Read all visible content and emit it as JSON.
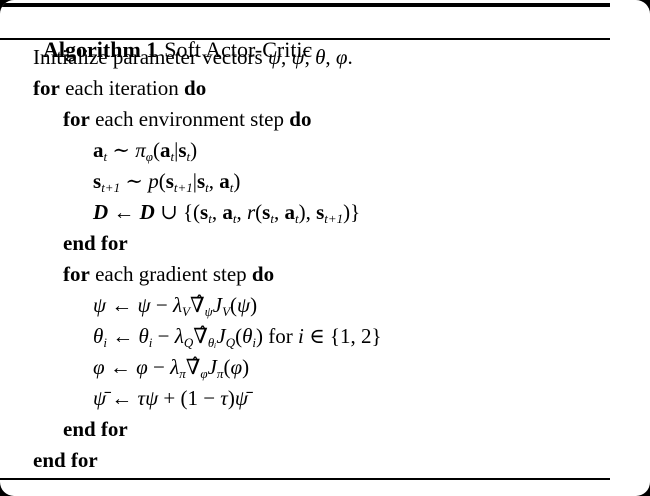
{
  "colors": {
    "outside_background": "#000000",
    "paper_background": "#ffffff",
    "ink": "#000000"
  },
  "algorithm": {
    "label": "Algorithm 1",
    "title": "Soft Actor-Critic",
    "lines": [
      {
        "indent": 1,
        "segments": [
          {
            "s": "rm",
            "t": "Initialize parameter vectors "
          },
          {
            "s": "i",
            "t": "ψ"
          },
          {
            "s": "rm",
            "t": ", "
          },
          {
            "s": "i",
            "t": "ψ̄"
          },
          {
            "s": "rm",
            "t": ", "
          },
          {
            "s": "i",
            "t": "θ"
          },
          {
            "s": "rm",
            "t": ", "
          },
          {
            "s": "i",
            "t": "φ"
          },
          {
            "s": "rm",
            "t": "."
          }
        ]
      },
      {
        "indent": 1,
        "segments": [
          {
            "s": "b",
            "t": "for"
          },
          {
            "s": "rm",
            "t": " each iteration "
          },
          {
            "s": "b",
            "t": "do"
          }
        ]
      },
      {
        "indent": 2,
        "segments": [
          {
            "s": "b",
            "t": "for"
          },
          {
            "s": "rm",
            "t": " each environment step "
          },
          {
            "s": "b",
            "t": "do"
          }
        ]
      },
      {
        "indent": 3,
        "segments": [
          {
            "s": "b",
            "t": "a"
          },
          {
            "s": "sub",
            "t": "t"
          },
          {
            "s": "rm",
            "t": " ∼ "
          },
          {
            "s": "i",
            "t": "π"
          },
          {
            "s": "sub",
            "t": "φ"
          },
          {
            "s": "rm",
            "t": "("
          },
          {
            "s": "b",
            "t": "a"
          },
          {
            "s": "sub",
            "t": "t"
          },
          {
            "s": "rm",
            "t": "|"
          },
          {
            "s": "b",
            "t": "s"
          },
          {
            "s": "sub",
            "t": "t"
          },
          {
            "s": "rm",
            "t": ")"
          }
        ]
      },
      {
        "indent": 3,
        "segments": [
          {
            "s": "b",
            "t": "s"
          },
          {
            "s": "sub",
            "t": "t+1"
          },
          {
            "s": "rm",
            "t": " ∼ "
          },
          {
            "s": "i",
            "t": "p"
          },
          {
            "s": "rm",
            "t": "("
          },
          {
            "s": "b",
            "t": "s"
          },
          {
            "s": "sub",
            "t": "t+1"
          },
          {
            "s": "rm",
            "t": "|"
          },
          {
            "s": "b",
            "t": "s"
          },
          {
            "s": "sub",
            "t": "t"
          },
          {
            "s": "rm",
            "t": ", "
          },
          {
            "s": "b",
            "t": "a"
          },
          {
            "s": "sub",
            "t": "t"
          },
          {
            "s": "rm",
            "t": ")"
          }
        ]
      },
      {
        "indent": 3,
        "segments": [
          {
            "s": "cal",
            "t": "D"
          },
          {
            "s": "rm",
            "t": " ← "
          },
          {
            "s": "cal",
            "t": "D"
          },
          {
            "s": "rm",
            "t": " ∪ {("
          },
          {
            "s": "b",
            "t": "s"
          },
          {
            "s": "sub",
            "t": "t"
          },
          {
            "s": "rm",
            "t": ", "
          },
          {
            "s": "b",
            "t": "a"
          },
          {
            "s": "sub",
            "t": "t"
          },
          {
            "s": "rm",
            "t": ", "
          },
          {
            "s": "i",
            "t": "r"
          },
          {
            "s": "rm",
            "t": "("
          },
          {
            "s": "b",
            "t": "s"
          },
          {
            "s": "sub",
            "t": "t"
          },
          {
            "s": "rm",
            "t": ", "
          },
          {
            "s": "b",
            "t": "a"
          },
          {
            "s": "sub",
            "t": "t"
          },
          {
            "s": "rm",
            "t": "), "
          },
          {
            "s": "b",
            "t": "s"
          },
          {
            "s": "sub",
            "t": "t+1"
          },
          {
            "s": "rm",
            "t": ")}"
          }
        ]
      },
      {
        "indent": 2,
        "segments": [
          {
            "s": "b",
            "t": "end for"
          }
        ]
      },
      {
        "indent": 2,
        "segments": [
          {
            "s": "b",
            "t": "for"
          },
          {
            "s": "rm",
            "t": " each gradient step "
          },
          {
            "s": "b",
            "t": "do"
          }
        ]
      },
      {
        "indent": 3,
        "segments": [
          {
            "s": "i",
            "t": "ψ"
          },
          {
            "s": "rm",
            "t": " ← "
          },
          {
            "s": "i",
            "t": "ψ"
          },
          {
            "s": "rm",
            "t": " − "
          },
          {
            "s": "i",
            "t": "λ"
          },
          {
            "s": "sub",
            "t": "V"
          },
          {
            "s": "rm",
            "t": "∇̂"
          },
          {
            "s": "sub",
            "t": "ψ"
          },
          {
            "s": "i",
            "t": "J"
          },
          {
            "s": "sub",
            "t": "V"
          },
          {
            "s": "rm",
            "t": "("
          },
          {
            "s": "i",
            "t": "ψ"
          },
          {
            "s": "rm",
            "t": ")"
          }
        ]
      },
      {
        "indent": 3,
        "segments": [
          {
            "s": "i",
            "t": "θ"
          },
          {
            "s": "sub",
            "t": "i"
          },
          {
            "s": "rm",
            "t": " ← "
          },
          {
            "s": "i",
            "t": "θ"
          },
          {
            "s": "sub",
            "t": "i"
          },
          {
            "s": "rm",
            "t": " − "
          },
          {
            "s": "i",
            "t": "λ"
          },
          {
            "s": "sub",
            "t": "Q"
          },
          {
            "s": "rm",
            "t": "∇̂"
          },
          {
            "s": "sub",
            "t": "θᵢ"
          },
          {
            "s": "i",
            "t": "J"
          },
          {
            "s": "sub",
            "t": "Q"
          },
          {
            "s": "rm",
            "t": "("
          },
          {
            "s": "i",
            "t": "θ"
          },
          {
            "s": "sub",
            "t": "i"
          },
          {
            "s": "rm",
            "t": ") for "
          },
          {
            "s": "i",
            "t": "i"
          },
          {
            "s": "rm",
            "t": " ∈ {1, 2}"
          }
        ]
      },
      {
        "indent": 3,
        "segments": [
          {
            "s": "i",
            "t": "φ"
          },
          {
            "s": "rm",
            "t": " ← "
          },
          {
            "s": "i",
            "t": "φ"
          },
          {
            "s": "rm",
            "t": " − "
          },
          {
            "s": "i",
            "t": "λ"
          },
          {
            "s": "sub",
            "t": "π"
          },
          {
            "s": "rm",
            "t": "∇̂"
          },
          {
            "s": "sub",
            "t": "φ"
          },
          {
            "s": "i",
            "t": "J"
          },
          {
            "s": "sub",
            "t": "π"
          },
          {
            "s": "rm",
            "t": "("
          },
          {
            "s": "i",
            "t": "φ"
          },
          {
            "s": "rm",
            "t": ")"
          }
        ]
      },
      {
        "indent": 3,
        "segments": [
          {
            "s": "i",
            "t": "ψ̄"
          },
          {
            "s": "rm",
            "t": " ← "
          },
          {
            "s": "i",
            "t": "τψ"
          },
          {
            "s": "rm",
            "t": " + (1 − "
          },
          {
            "s": "i",
            "t": "τ"
          },
          {
            "s": "rm",
            "t": ")"
          },
          {
            "s": "i",
            "t": "ψ̄"
          }
        ]
      },
      {
        "indent": 2,
        "segments": [
          {
            "s": "b",
            "t": "end for"
          }
        ]
      },
      {
        "indent": 1,
        "segments": [
          {
            "s": "b",
            "t": "end for"
          }
        ]
      }
    ]
  }
}
